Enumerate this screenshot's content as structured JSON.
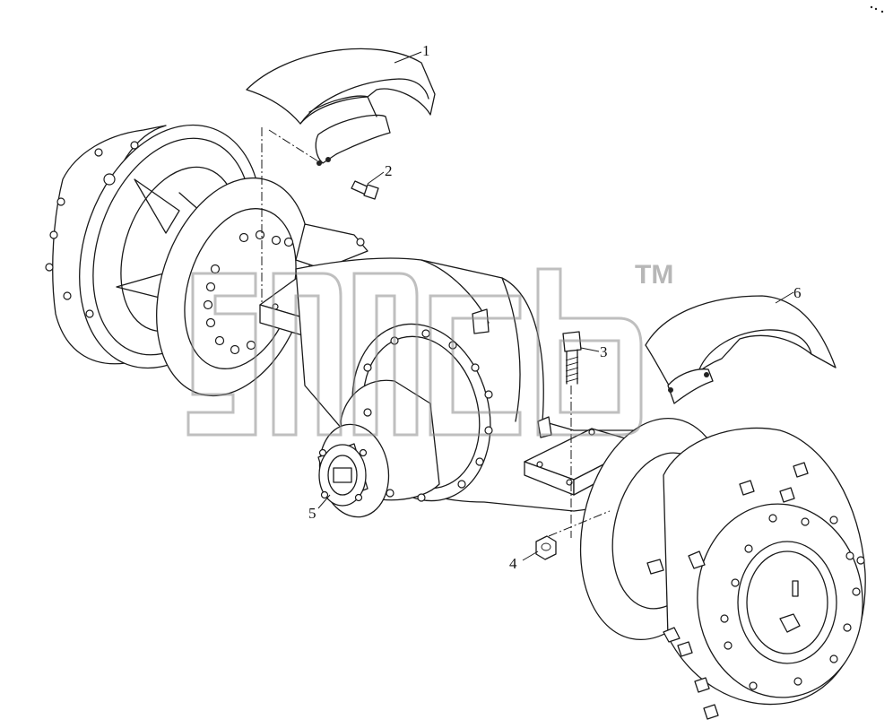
{
  "diagram": {
    "callouts": [
      {
        "id": "1",
        "label": "1"
      },
      {
        "id": "2",
        "label": "2"
      },
      {
        "id": "3",
        "label": "3"
      },
      {
        "id": "4",
        "label": "4"
      },
      {
        "id": "5",
        "label": "5"
      },
      {
        "id": "6",
        "label": "6"
      }
    ],
    "watermark": {
      "mark": "TM"
    }
  }
}
